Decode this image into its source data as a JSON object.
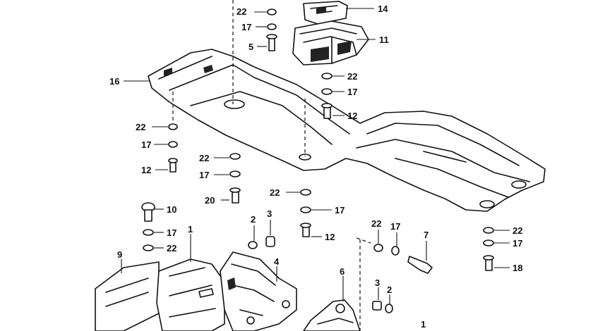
{
  "callouts": [
    {
      "id": "c22a",
      "text": "22"
    },
    {
      "id": "c14",
      "text": "14"
    },
    {
      "id": "c17a",
      "text": "17"
    },
    {
      "id": "c11",
      "text": "11"
    },
    {
      "id": "c5",
      "text": "5"
    },
    {
      "id": "c16",
      "text": "16"
    },
    {
      "id": "c22b",
      "text": "22"
    },
    {
      "id": "c17b",
      "text": "17"
    },
    {
      "id": "c12a",
      "text": "12"
    },
    {
      "id": "c22c",
      "text": "22"
    },
    {
      "id": "c17c",
      "text": "17"
    },
    {
      "id": "c12b",
      "text": "12"
    },
    {
      "id": "c22d",
      "text": "22"
    },
    {
      "id": "c17d",
      "text": "17"
    },
    {
      "id": "c20",
      "text": "20"
    },
    {
      "id": "c22e",
      "text": "22"
    },
    {
      "id": "c17e",
      "text": "17"
    },
    {
      "id": "c10",
      "text": "10"
    },
    {
      "id": "c2a",
      "text": "2"
    },
    {
      "id": "c3a",
      "text": "3"
    },
    {
      "id": "c12c",
      "text": "12"
    },
    {
      "id": "c22f",
      "text": "22"
    },
    {
      "id": "c17f",
      "text": "17"
    },
    {
      "id": "c7",
      "text": "7"
    },
    {
      "id": "c22g",
      "text": "22"
    },
    {
      "id": "c17g",
      "text": "17"
    },
    {
      "id": "c1a",
      "text": "1"
    },
    {
      "id": "c17h",
      "text": "17"
    },
    {
      "id": "c22h",
      "text": "22"
    },
    {
      "id": "c9",
      "text": "9"
    },
    {
      "id": "c4",
      "text": "4"
    },
    {
      "id": "c6",
      "text": "6"
    },
    {
      "id": "c3b",
      "text": "3"
    },
    {
      "id": "c2b",
      "text": "2"
    },
    {
      "id": "c18",
      "text": "18"
    },
    {
      "id": "c1b",
      "text": "1"
    }
  ]
}
